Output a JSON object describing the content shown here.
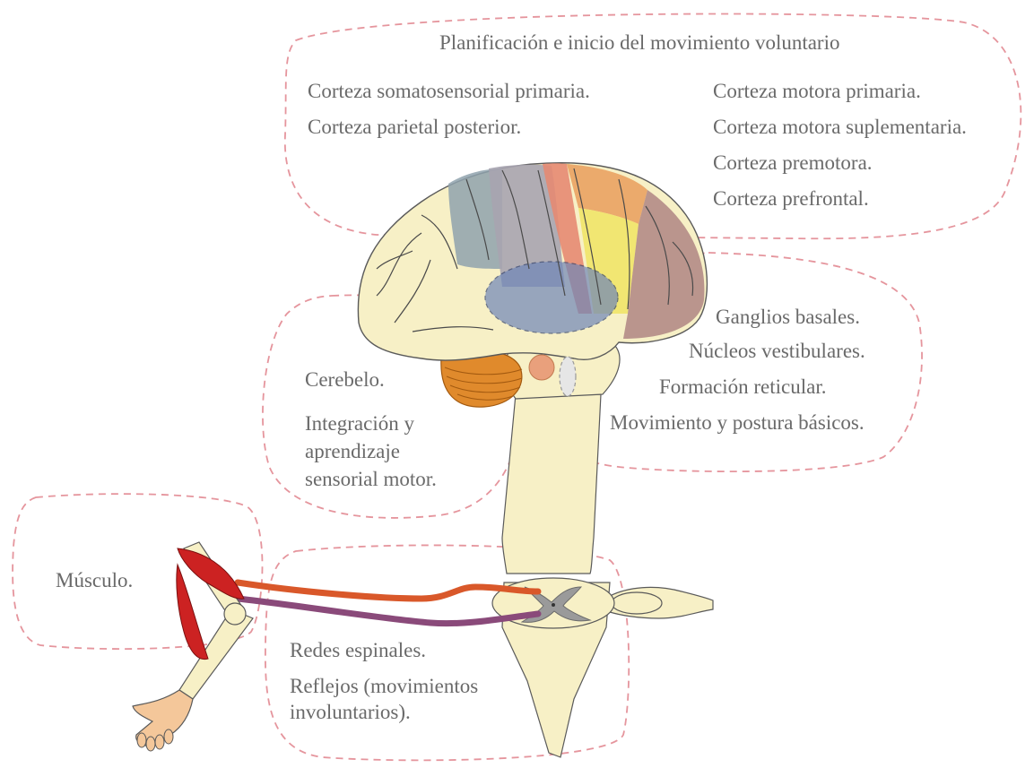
{
  "colors": {
    "dashed_outline": "#e5959d",
    "label_text": "#6a6a6a",
    "brain_base": "#f7f0c6",
    "somatosensory": "#8fa2ad",
    "posterior_parietal": "#a7a4b0",
    "primary_motor": "#e58a72",
    "supplementary_motor": "#e9a262",
    "premotor": "#f0e56e",
    "prefrontal": "#b28b86",
    "basal_ganglia": "#6f86b8",
    "cerebellum": "#e08a2c",
    "muscle": "#cc2222",
    "efferent_nerve": "#d9582a",
    "afferent_nerve": "#8a4a7a"
  },
  "regions": {
    "voluntary": {
      "title": "Planificación e inicio del movimiento voluntario",
      "left": [
        "Corteza somatosensorial primaria.",
        "Corteza parietal posterior."
      ],
      "right": [
        "Corteza motora primaria.",
        "Corteza motora suplementaria.",
        "Corteza premotora.",
        "Corteza prefrontal."
      ]
    },
    "brainstem": {
      "lines": [
        "Ganglios basales.",
        "Núcleos vestibulares.",
        "Formación reticular.",
        "Movimiento y postura básicos."
      ]
    },
    "cerebellum": {
      "title": "Cerebelo.",
      "description": "Integración y aprendizaje sensorial motor."
    },
    "muscle": {
      "label": "Músculo."
    },
    "spinal": {
      "lines": [
        "Redes espinales.",
        "Reflejos (movimientos involuntarios)."
      ]
    }
  }
}
